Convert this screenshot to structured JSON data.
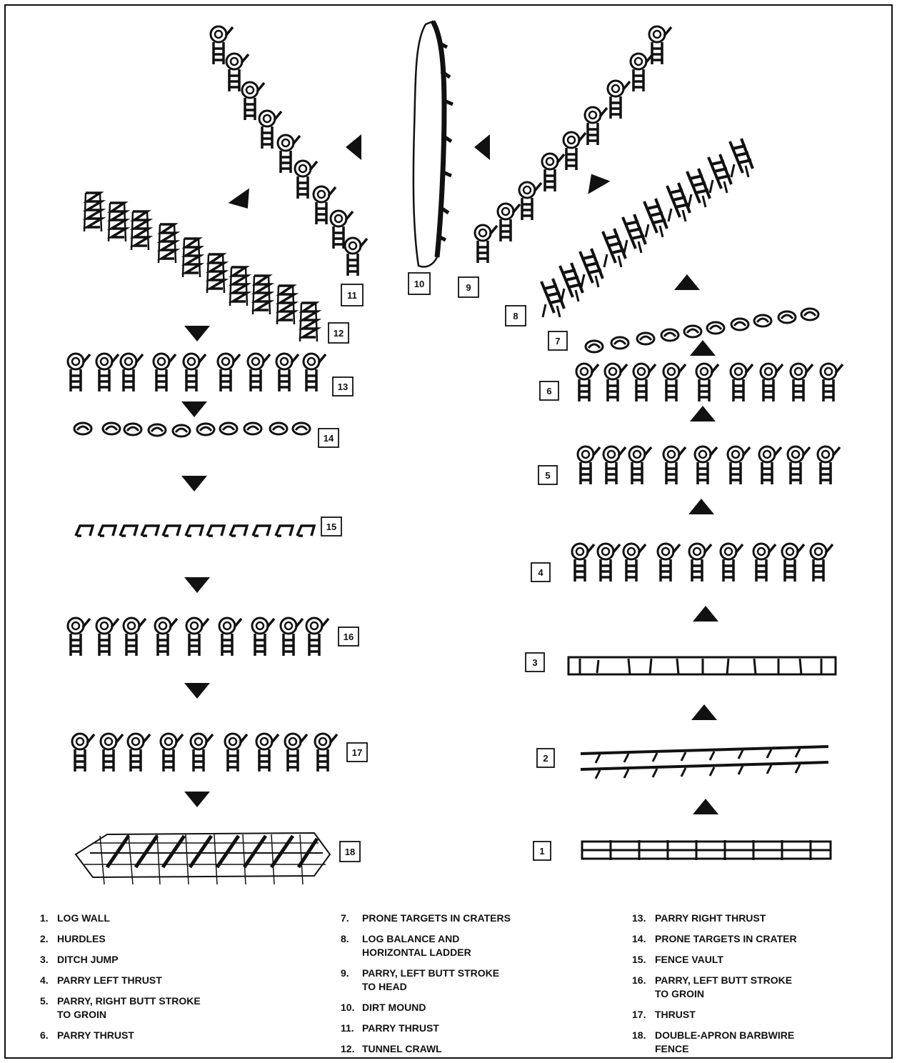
{
  "stations": [
    {
      "id": "station-1",
      "num": "1",
      "icon": "log-wall-icon"
    },
    {
      "id": "station-2",
      "num": "2",
      "icon": "hurdles-icon"
    },
    {
      "id": "station-3",
      "num": "3",
      "icon": "ditch-icon"
    },
    {
      "id": "station-4",
      "num": "4",
      "icon": "upright-target-icon"
    },
    {
      "id": "station-5",
      "num": "5",
      "icon": "upright-target-icon"
    },
    {
      "id": "station-6",
      "num": "6",
      "icon": "upright-target-icon"
    },
    {
      "id": "station-7",
      "num": "7",
      "icon": "prone-target-icon"
    },
    {
      "id": "station-8",
      "num": "8",
      "icon": "ladder-icon"
    },
    {
      "id": "station-9",
      "num": "9",
      "icon": "upright-target-icon"
    },
    {
      "id": "station-10",
      "num": "10",
      "icon": "dirt-mound-icon"
    },
    {
      "id": "station-11",
      "num": "11",
      "icon": "upright-target-icon"
    },
    {
      "id": "station-12",
      "num": "12",
      "icon": "tunnel-icon"
    },
    {
      "id": "station-13",
      "num": "13",
      "icon": "upright-target-icon"
    },
    {
      "id": "station-14",
      "num": "14",
      "icon": "prone-target-icon"
    },
    {
      "id": "station-15",
      "num": "15",
      "icon": "fence-vault-icon"
    },
    {
      "id": "station-16",
      "num": "16",
      "icon": "upright-target-icon"
    },
    {
      "id": "station-17",
      "num": "17",
      "icon": "upright-target-icon"
    },
    {
      "id": "station-18",
      "num": "18",
      "icon": "barbwire-fence-icon"
    }
  ],
  "legend": {
    "col1": [
      {
        "num": "1.",
        "text": "LOG WALL"
      },
      {
        "num": "2.",
        "text": "HURDLES"
      },
      {
        "num": "3.",
        "text": "DITCH JUMP"
      },
      {
        "num": "4.",
        "text": "PARRY LEFT THRUST"
      },
      {
        "num": "5.",
        "text": "PARRY, RIGHT BUTT STROKE\n   TO GROIN"
      },
      {
        "num": "6.",
        "text": "PARRY THRUST"
      }
    ],
    "col2": [
      {
        "num": "7.",
        "text": "PRONE TARGETS IN CRATERS"
      },
      {
        "num": "8.",
        "text": "LOG BALANCE AND\n   HORIZONTAL LADDER"
      },
      {
        "num": "9.",
        "text": "PARRY, LEFT BUTT STROKE\n   TO HEAD"
      },
      {
        "num": "10.",
        "text": "DIRT MOUND"
      },
      {
        "num": "11.",
        "text": "PARRY THRUST"
      },
      {
        "num": "12.",
        "text": "TUNNEL CRAWL"
      }
    ],
    "col3": [
      {
        "num": "13.",
        "text": "PARRY RIGHT THRUST"
      },
      {
        "num": "14.",
        "text": "PRONE TARGETS IN CRATER"
      },
      {
        "num": "15.",
        "text": "FENCE VAULT"
      },
      {
        "num": "16.",
        "text": "PARRY, LEFT BUTT STROKE\n   TO GROIN"
      },
      {
        "num": "17.",
        "text": "THRUST"
      },
      {
        "num": "18.",
        "text": "DOUBLE-APRON BARBWIRE\n   FENCE"
      }
    ]
  },
  "colors": {
    "ink": "#111111",
    "paper": "#ffffff"
  }
}
